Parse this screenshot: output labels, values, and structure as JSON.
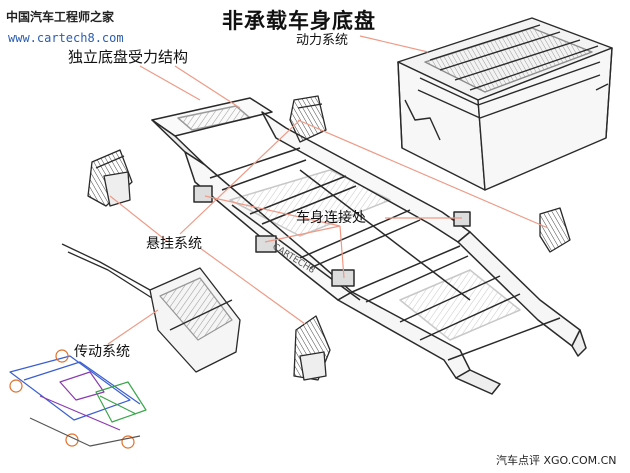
{
  "title": "非承载车身底盘",
  "watermark": {
    "site_name": "中国汽车工程师之家",
    "url": "www.cartech8.com"
  },
  "labels": {
    "chassis_frame": "独立底盘受力结构",
    "powertrain": "动力系统",
    "body_mounts": "车身连接处",
    "suspension": "悬挂系统",
    "drivetrain": "传动系统"
  },
  "source": "汽车点评 XGO.COM.CN",
  "colors": {
    "sketch_line": "#2a2a2a",
    "leader_line": "#ee9a86",
    "url_text": "#2a5db0",
    "thumb_blue": "#3a5fd0",
    "thumb_green": "#3aa64a",
    "thumb_purple": "#8a3ab0",
    "thumb_orange": "#e0702a"
  }
}
